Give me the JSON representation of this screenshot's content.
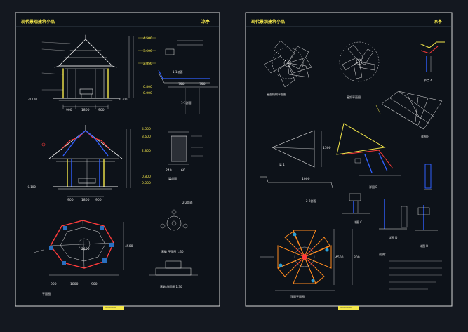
{
  "left_sheet": {
    "title": "现代景观建筑小品",
    "stamp": "凉亭",
    "footer": "————",
    "dims": {
      "top_bays": [
        "900",
        "1800",
        "900"
      ],
      "mid_bays": [
        "900",
        "1800",
        "900"
      ],
      "plan_bays": [
        "900",
        "1800",
        "900"
      ],
      "plan_span": "2400",
      "levels_top": [
        "4.500",
        "3.600",
        "2.850",
        "0.800",
        "0.000"
      ],
      "levels_mid": [
        "4.500",
        "3.600",
        "2.850",
        "0.800",
        "0.000"
      ],
      "left_level": "-0.100",
      "right_level": "0.300",
      "detail_dims": [
        "750",
        "750"
      ],
      "side_dims": [
        "240",
        "60"
      ],
      "plan_height": "4500"
    }
  },
  "right_sheet": {
    "title": "现代景观建筑小品",
    "stamp": "凉亭",
    "footer": "————",
    "dims": {
      "frame": "1500",
      "base": "1000",
      "plan_height": "4500",
      "side": "300"
    }
  }
}
